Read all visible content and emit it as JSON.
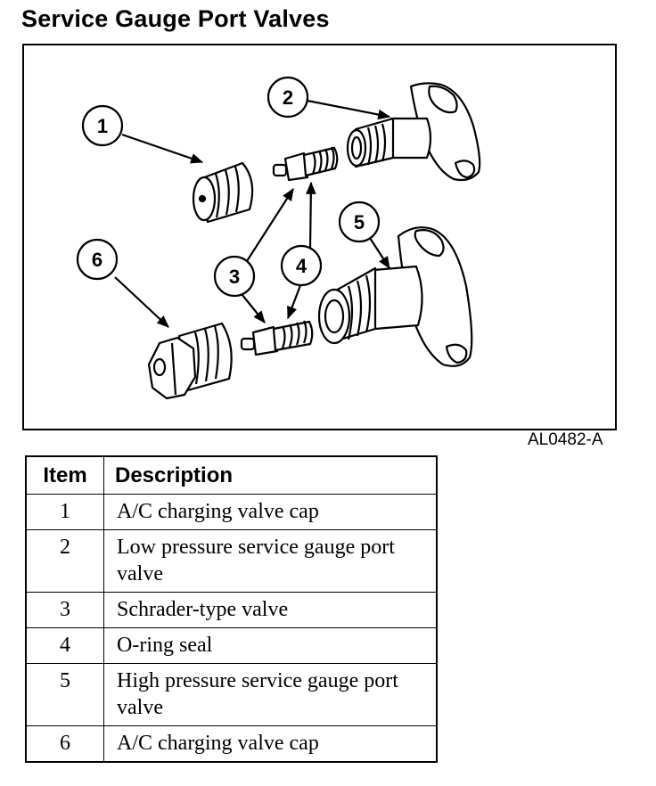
{
  "title": "Service Gauge Port Valves",
  "figure": {
    "code": "AL0482-A",
    "callouts": [
      "1",
      "2",
      "3",
      "4",
      "5",
      "6"
    ]
  },
  "legend_table": {
    "headers": {
      "item": "Item",
      "description": "Description"
    },
    "rows": [
      {
        "item": "1",
        "description": "A/C charging valve cap"
      },
      {
        "item": "2",
        "description": "Low pressure service gauge port valve"
      },
      {
        "item": "3",
        "description": "Schrader-type valve"
      },
      {
        "item": "4",
        "description": "O-ring seal"
      },
      {
        "item": "5",
        "description": "High pressure service gauge port valve"
      },
      {
        "item": "6",
        "description": "A/C charging valve cap"
      }
    ]
  }
}
